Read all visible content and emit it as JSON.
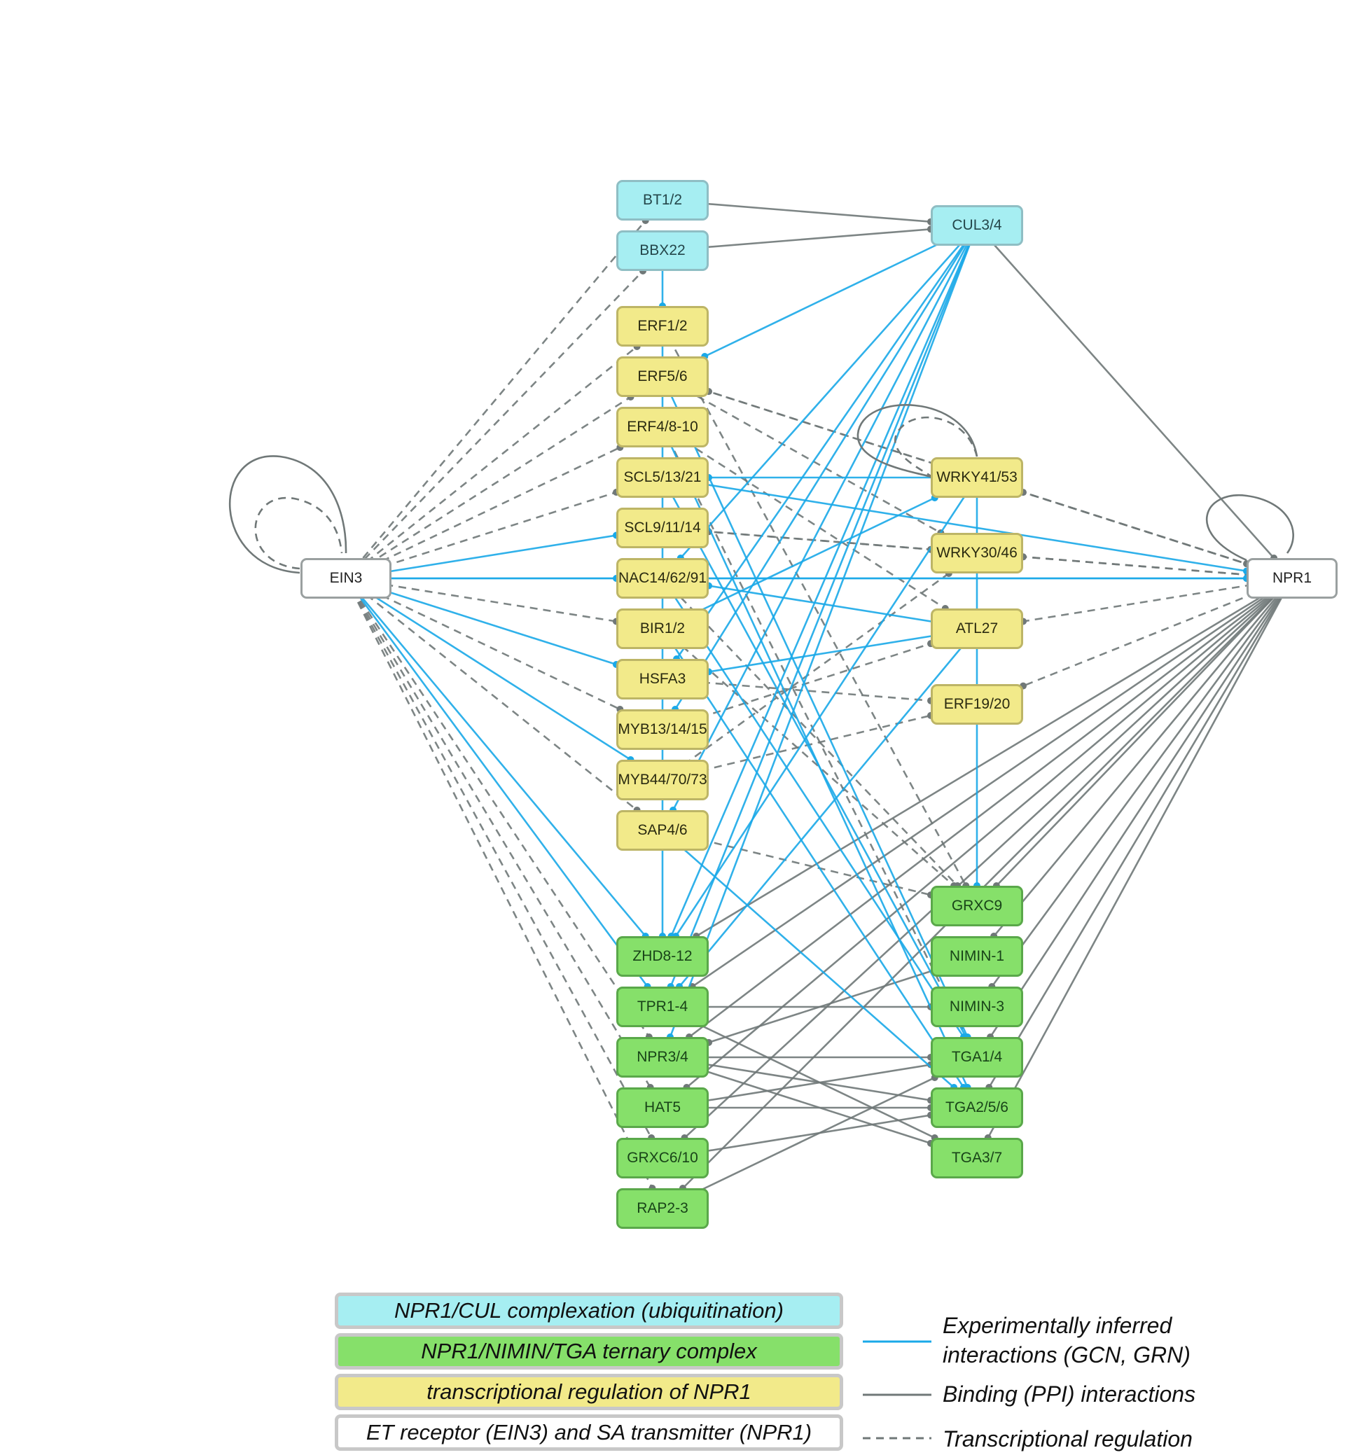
{
  "colors": {
    "experimental": "#1aa9e8",
    "binding": "#707878",
    "transcriptional": "#707878",
    "node_ubiquitination": "#a6eef2",
    "node_ternary": "#86e06a",
    "node_transcriptional": "#f2ea8a",
    "node_receptor": "#ffffff"
  },
  "nodes": [
    {
      "id": "BT1/2",
      "group": "ubiquitination"
    },
    {
      "id": "BBX22",
      "group": "ubiquitination"
    },
    {
      "id": "CUL3/4",
      "group": "ubiquitination"
    },
    {
      "id": "ERF1/2",
      "group": "transcriptional"
    },
    {
      "id": "ERF5/6",
      "group": "transcriptional"
    },
    {
      "id": "ERF4/8-10",
      "group": "transcriptional"
    },
    {
      "id": "SCL5/13/21",
      "group": "transcriptional"
    },
    {
      "id": "SCL9/11/14",
      "group": "transcriptional"
    },
    {
      "id": "NAC14/62/91",
      "group": "transcriptional"
    },
    {
      "id": "BIR1/2",
      "group": "transcriptional"
    },
    {
      "id": "HSFA3",
      "group": "transcriptional"
    },
    {
      "id": "MYB13/14/15",
      "group": "transcriptional"
    },
    {
      "id": "MYB44/70/73",
      "group": "transcriptional"
    },
    {
      "id": "SAP4/6",
      "group": "transcriptional"
    },
    {
      "id": "WRKY41/53",
      "group": "transcriptional"
    },
    {
      "id": "WRKY30/46",
      "group": "transcriptional"
    },
    {
      "id": "ATL27",
      "group": "transcriptional"
    },
    {
      "id": "ERF19/20",
      "group": "transcriptional"
    },
    {
      "id": "ZHD8-12",
      "group": "ternary"
    },
    {
      "id": "TPR1-4",
      "group": "ternary"
    },
    {
      "id": "NPR3/4",
      "group": "ternary"
    },
    {
      "id": "HAT5",
      "group": "ternary"
    },
    {
      "id": "GRXC6/10",
      "group": "ternary"
    },
    {
      "id": "RAP2-3",
      "group": "ternary"
    },
    {
      "id": "GRXC9",
      "group": "ternary"
    },
    {
      "id": "NIMIN-1",
      "group": "ternary"
    },
    {
      "id": "NIMIN-3",
      "group": "ternary"
    },
    {
      "id": "TGA1/4",
      "group": "ternary"
    },
    {
      "id": "TGA2/5/6",
      "group": "ternary"
    },
    {
      "id": "TGA3/7",
      "group": "ternary"
    },
    {
      "id": "EIN3",
      "group": "receptor"
    },
    {
      "id": "NPR1",
      "group": "receptor"
    }
  ],
  "edges": {
    "binding": [
      [
        "BT1/2",
        "CUL3/4"
      ],
      [
        "BBX22",
        "CUL3/4"
      ],
      [
        "CUL3/4",
        "NPR1"
      ],
      [
        "NPR1",
        "GRXC9"
      ],
      [
        "NPR1",
        "NIMIN-1"
      ],
      [
        "NPR1",
        "NIMIN-3"
      ],
      [
        "NPR1",
        "TGA1/4"
      ],
      [
        "NPR1",
        "TGA2/5/6"
      ],
      [
        "NPR1",
        "TGA3/7"
      ],
      [
        "NPR1",
        "ZHD8-12"
      ],
      [
        "NPR1",
        "TPR1-4"
      ],
      [
        "NPR1",
        "NPR3/4"
      ],
      [
        "NPR1",
        "HAT5"
      ],
      [
        "NPR1",
        "GRXC6/10"
      ],
      [
        "NPR1",
        "RAP2-3"
      ],
      [
        "TPR1-4",
        "NIMIN-3"
      ],
      [
        "NPR3/4",
        "TGA1/4"
      ],
      [
        "NPR3/4",
        "TGA2/5/6"
      ],
      [
        "NPR3/4",
        "TGA3/7"
      ],
      [
        "HAT5",
        "TGA1/4"
      ],
      [
        "GRXC6/10",
        "TGA2/5/6"
      ],
      [
        "RAP2-3",
        "TGA1/4"
      ],
      [
        "NIMIN-1",
        "NPR3/4"
      ],
      [
        "TPR1-4",
        "TGA3/7"
      ],
      [
        "HAT5",
        "TGA2/5/6"
      ]
    ],
    "experimental": [
      [
        "EIN3",
        "NAC14/62/91"
      ],
      [
        "EIN3",
        "NPR1"
      ],
      [
        "EIN3",
        "SCL9/11/14"
      ],
      [
        "EIN3",
        "HSFA3"
      ],
      [
        "EIN3",
        "MYB44/70/73"
      ],
      [
        "EIN3",
        "ZHD8-12"
      ],
      [
        "EIN3",
        "TPR1-4"
      ],
      [
        "CUL3/4",
        "ZHD8-12"
      ],
      [
        "CUL3/4",
        "NPR3/4"
      ],
      [
        "CUL3/4",
        "NAC14/62/91"
      ],
      [
        "CUL3/4",
        "ERF5/6"
      ],
      [
        "CUL3/4",
        "MYB13/14/15"
      ],
      [
        "CUL3/4",
        "TPR1-4"
      ],
      [
        "CUL3/4",
        "HSFA3"
      ],
      [
        "CUL3/4",
        "SAP4/6"
      ],
      [
        "WRKY41/53",
        "ZHD8-12"
      ],
      [
        "WRKY41/53",
        "SCL5/13/21"
      ],
      [
        "ATL27",
        "HSFA3"
      ],
      [
        "ATL27",
        "TPR1-4"
      ],
      [
        "ATL27",
        "NAC14/62/91"
      ],
      [
        "ERF5/6",
        "TGA1/4"
      ],
      [
        "ERF4/8-10",
        "TGA2/5/6"
      ],
      [
        "SCL5/13/21",
        "NPR1"
      ],
      [
        "NAC14/62/91",
        "NPR1"
      ],
      [
        "NAC14/62/91",
        "TGA1/4"
      ],
      [
        "BIR1/2",
        "TGA2/5/6"
      ],
      [
        "SCL5/13/21",
        "TGA1/4"
      ],
      [
        "BBX22",
        "ERF1/2"
      ],
      [
        "ERF1/2",
        "ZHD8-12"
      ],
      [
        "WRKY41/53",
        "GRXC9"
      ],
      [
        "SAP4/6",
        "TGA2/5/6"
      ],
      [
        "BIR1/2",
        "WRKY41/53"
      ]
    ],
    "transcriptional": [
      [
        "EIN3",
        "BBX22"
      ],
      [
        "EIN3",
        "BT1/2"
      ],
      [
        "EIN3",
        "ERF1/2"
      ],
      [
        "EIN3",
        "ERF5/6"
      ],
      [
        "EIN3",
        "ERF4/8-10"
      ],
      [
        "EIN3",
        "SCL5/13/21"
      ],
      [
        "EIN3",
        "BIR1/2"
      ],
      [
        "EIN3",
        "MYB13/14/15"
      ],
      [
        "EIN3",
        "SAP4/6"
      ],
      [
        "EIN3",
        "HAT5"
      ],
      [
        "EIN3",
        "GRXC6/10"
      ],
      [
        "EIN3",
        "RAP2-3"
      ],
      [
        "EIN3",
        "NPR3/4"
      ],
      [
        "NPR1",
        "WRKY41/53"
      ],
      [
        "NPR1",
        "WRKY30/46"
      ],
      [
        "NPR1",
        "ATL27"
      ],
      [
        "NPR1",
        "ERF19/20"
      ],
      [
        "NPR1",
        "ERF5/6"
      ],
      [
        "NPR1",
        "SCL9/11/14"
      ],
      [
        "ERF1/2",
        "GRXC9"
      ],
      [
        "ERF5/6",
        "WRKY30/46"
      ],
      [
        "ERF4/8-10",
        "ATL27"
      ],
      [
        "SCL9/11/14",
        "WRKY30/46"
      ],
      [
        "HSFA3",
        "ERF19/20"
      ],
      [
        "MYB13/14/15",
        "ATL27"
      ],
      [
        "MYB44/70/73",
        "WRKY30/46"
      ],
      [
        "SAP4/6",
        "GRXC9"
      ],
      [
        "BIR1/2",
        "GRXC9"
      ],
      [
        "ERF5/6",
        "NPR1"
      ],
      [
        "NAC14/62/91",
        "GRXC9"
      ],
      [
        "MYB44/70/73",
        "ERF19/20"
      ],
      [
        "ERF4/8-10",
        "TGA1/4"
      ]
    ]
  },
  "legend": {
    "groups": [
      {
        "key": "ubiquitination",
        "label": "NPR1/CUL complexation (ubiquitination)"
      },
      {
        "key": "ternary",
        "label": "NPR1/NIMIN/TGA ternary complex"
      },
      {
        "key": "transcriptional",
        "label": "transcriptional regulation of NPR1"
      },
      {
        "key": "receptor",
        "label": "ET receptor (EIN3) and SA transmitter (NPR1)"
      }
    ],
    "lines": [
      {
        "key": "experimental",
        "label_1": "Experimentally inferred",
        "label_2": "interactions (GCN, GRN)"
      },
      {
        "key": "binding",
        "label_1": "Binding (PPI) interactions"
      },
      {
        "key": "transcriptional",
        "label_1": "Transcriptional regulation"
      }
    ]
  }
}
